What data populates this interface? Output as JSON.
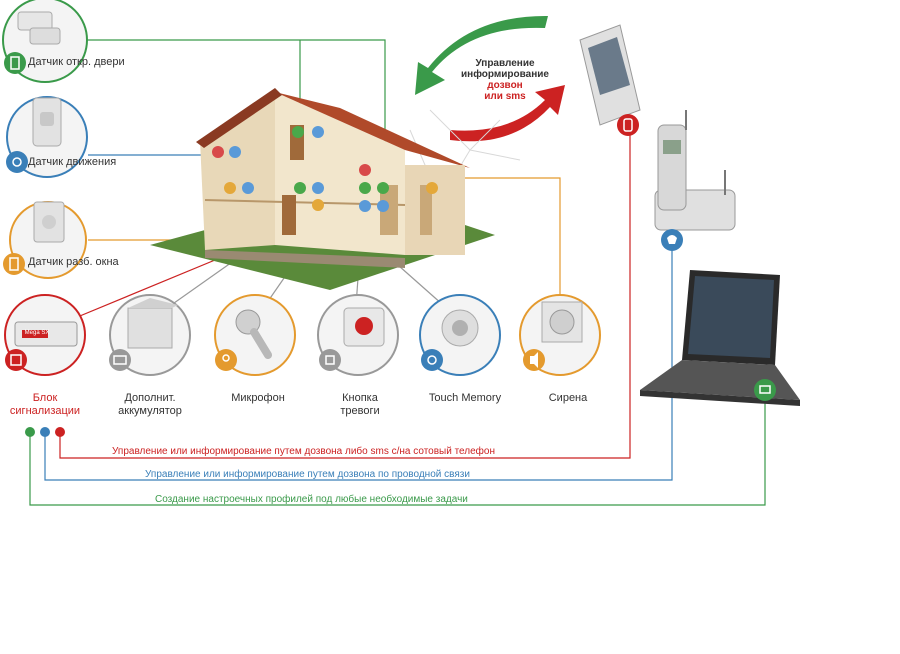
{
  "sensors": {
    "door": "Датчик откр. двери",
    "motion": "Датчик движения",
    "window": "Датчик разб. окна"
  },
  "devices": {
    "alarm_unit_line1": "Блок",
    "alarm_unit_line2": "сигнализации",
    "battery_line1": "Дополнит.",
    "battery_line2": "аккумулятор",
    "microphone": "Микрофон",
    "panic_line1": "Кнопка",
    "panic_line2": "тревоги",
    "touch_memory": "Touch Memory",
    "siren": "Сирена",
    "alarm_unit_badge": "Mega SX"
  },
  "control": {
    "line1": "Управление",
    "line2": "информирование",
    "line3": "дозвон",
    "line4": "или sms"
  },
  "bottom_lines": {
    "cellular": "Управление или информирование путем дозвона либо sms с/на сотовый телефон",
    "wired": "Управление или информирование путем дозвона по проводной связи",
    "profiles": "Создание настроечных профилей под любые необходимые задачи"
  },
  "colors": {
    "green": "#3a9a4a",
    "blue": "#3a7fb8",
    "red": "#cc2222",
    "orange": "#e49a2e"
  },
  "icons": [
    "door-sensor-icon",
    "motion-sensor-icon",
    "window-sensor-icon",
    "alarm-unit-icon",
    "battery-icon",
    "microphone-icon",
    "panic-button-icon",
    "touch-memory-icon",
    "siren-icon",
    "mobile-phone-icon",
    "desk-phone-icon",
    "laptop-icon",
    "house-icon"
  ]
}
